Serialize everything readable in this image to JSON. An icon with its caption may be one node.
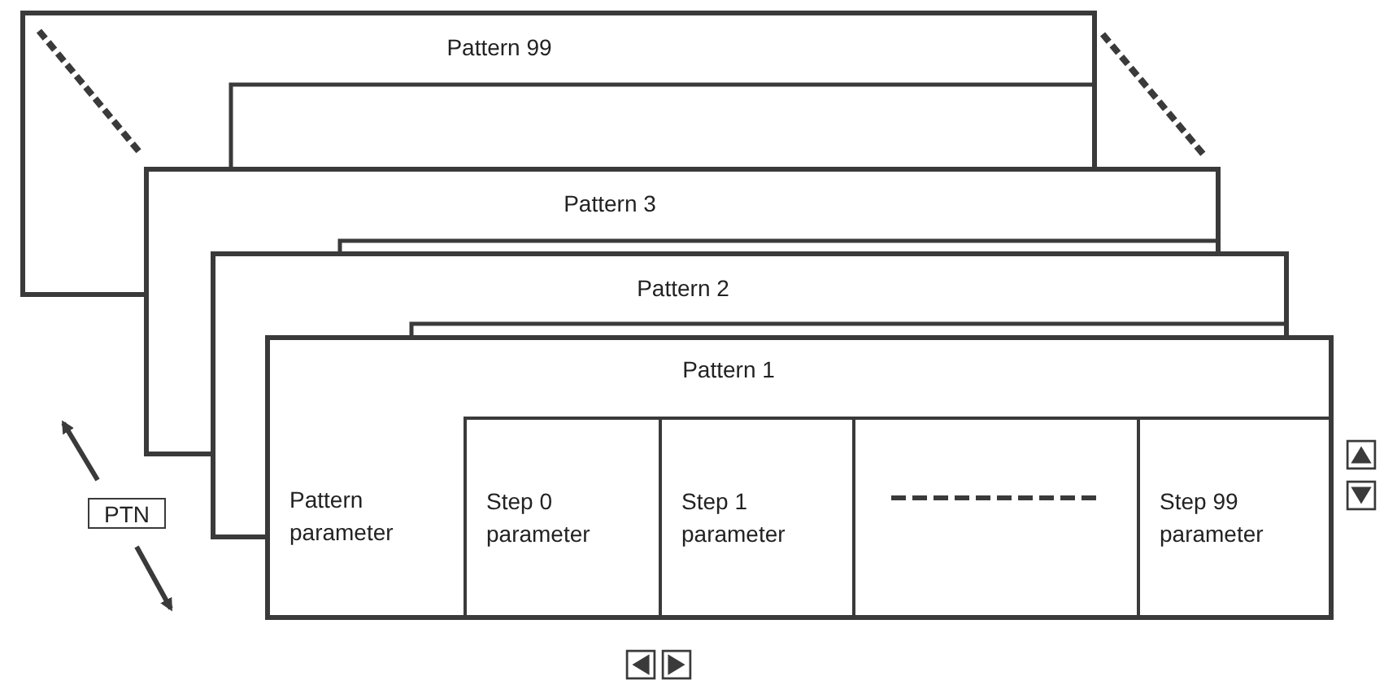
{
  "diagram": {
    "nodes": [
      {
        "text": [
          "Pattern 99"
        ]
      },
      {
        "text": [
          "Pattern 3"
        ]
      },
      {
        "text": [
          "Pattern 2"
        ]
      },
      {
        "text": [
          "Pattern 1"
        ]
      },
      {
        "text": [
          "Pattern parameter"
        ],
        "in": 3
      },
      {
        "text": [
          "Step 0 parameter"
        ],
        "in": 3
      },
      {
        "text": [
          "Step 1 parameter"
        ],
        "in": 3
      },
      {
        "text": [],
        "shape": "box",
        "in": 3
      },
      {
        "text": [
          "Step 99 parameter"
        ],
        "in": 3
      },
      {
        "text": [
          "PTN"
        ]
      }
    ]
  }
}
